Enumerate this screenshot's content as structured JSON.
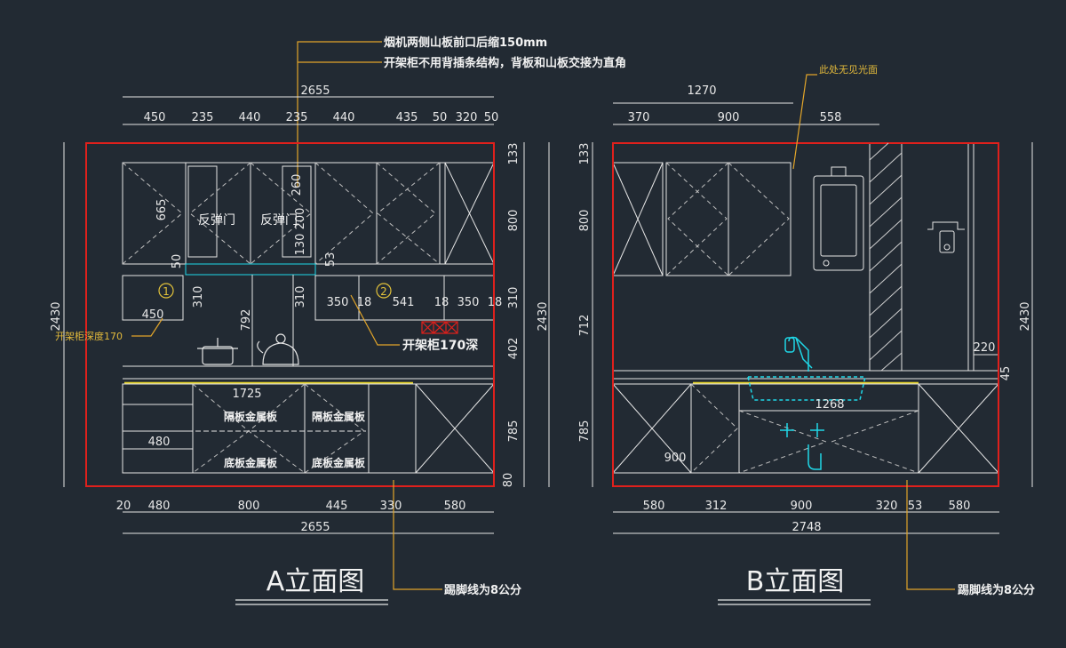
{
  "colors": {
    "background": "#222a33",
    "line": "#e6e6e6",
    "frame": "#e0201c",
    "leader": "#e2a52a",
    "cyan": "#1fd8e8",
    "hatch": "#d0d0d0"
  },
  "annotations": {
    "top_note_1": "烟机两侧山板前口后缩150mm",
    "top_note_2": "开架柜不用背插条结构，背板和山板交接为直角",
    "open_cabinet_depth": "开架柜深度170",
    "open_cabinet_170": "开架柜170深",
    "no_light_here": "此处无见光面",
    "kick_a": "踢脚线为8公分",
    "kick_b": "踢脚线为8公分"
  },
  "elevation_a": {
    "title": "A立面图",
    "top_total": "2655",
    "top_segments": [
      "450",
      "235",
      "440",
      "235",
      "440",
      "435",
      "50",
      "320",
      "50"
    ],
    "bottom_segments": [
      "20",
      "480",
      "800",
      "445",
      "330",
      "580"
    ],
    "bottom_total": "2655",
    "left_height": "2430",
    "right_height": "2430",
    "right_segments": [
      "133",
      "800",
      "310",
      "402",
      "785",
      "80"
    ],
    "inner_dims": [
      "665",
      "50",
      "310",
      "792",
      "310",
      "260",
      "200",
      "130",
      "53",
      "450",
      "350",
      "18",
      "541",
      "18",
      "350",
      "18",
      "1725",
      "480"
    ],
    "labels": {
      "reverse_door_1": "反弹门",
      "reverse_door_2": "反弹门",
      "shelf_metal_1": "隔板金属板",
      "shelf_metal_2": "隔板金属板",
      "bottom_metal_1": "底板金属板",
      "bottom_metal_2": "底板金属板",
      "marker_1": "1",
      "marker_2": "2"
    }
  },
  "elevation_b": {
    "title": "B立面图",
    "top_total": "1270",
    "top_segments": [
      "370",
      "900",
      "558"
    ],
    "bottom_segments": [
      "580",
      "312",
      "900",
      "320",
      "53",
      "580"
    ],
    "bottom_total": "2748",
    "left_segments": [
      "133",
      "800",
      "712",
      "785"
    ],
    "right_height": "2430",
    "inner_dims": [
      "220",
      "45",
      "1268",
      "900"
    ]
  }
}
